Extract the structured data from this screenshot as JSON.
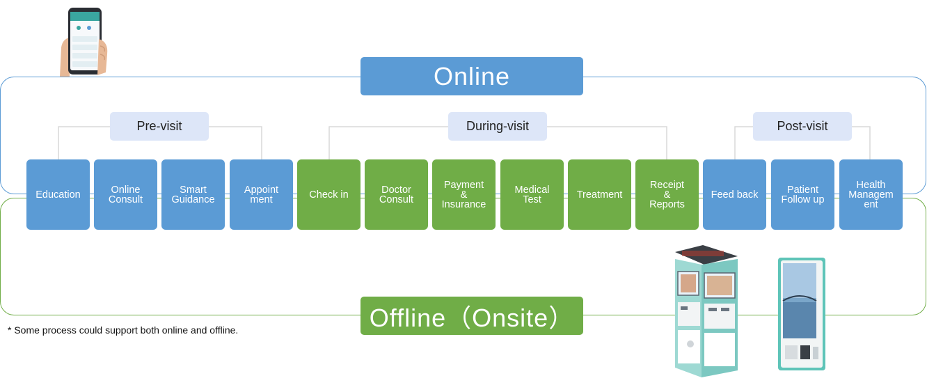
{
  "banners": {
    "online": "Online",
    "offline": "Offline（Onsite）"
  },
  "phases": [
    {
      "label": "Pre-visit"
    },
    {
      "label": "During-visit"
    },
    {
      "label": "Post-visit"
    }
  ],
  "steps": [
    {
      "label": "Education",
      "category": "online"
    },
    {
      "label": "Online\nConsult",
      "category": "online"
    },
    {
      "label": "Smart\nGuidance",
      "category": "online"
    },
    {
      "label": "Appoint\nment",
      "category": "online"
    },
    {
      "label": "Check in",
      "category": "offline"
    },
    {
      "label": "Doctor\nConsult",
      "category": "offline"
    },
    {
      "label": "Payment\n&\nInsurance",
      "category": "offline"
    },
    {
      "label": "Medical\nTest",
      "category": "offline"
    },
    {
      "label": "Treatment",
      "category": "offline"
    },
    {
      "label": "Receipt\n&\nReports",
      "category": "offline"
    },
    {
      "label": "Feed back",
      "category": "online"
    },
    {
      "label": "Patient\nFollow up",
      "category": "online"
    },
    {
      "label": "Health\nManagem\nent",
      "category": "online"
    }
  ],
  "note": "* Some process could support both online and offline.",
  "colors": {
    "online": "#5b9bd5",
    "offline": "#70ad47",
    "phase_bg": "#dde6f8",
    "connector": "#d9d9d9"
  },
  "icons": {
    "phone": "smartphone-in-hand-icon",
    "kiosk_large": "self-service-kiosk-icon",
    "kiosk_wall": "wall-mounted-kiosk-icon"
  }
}
